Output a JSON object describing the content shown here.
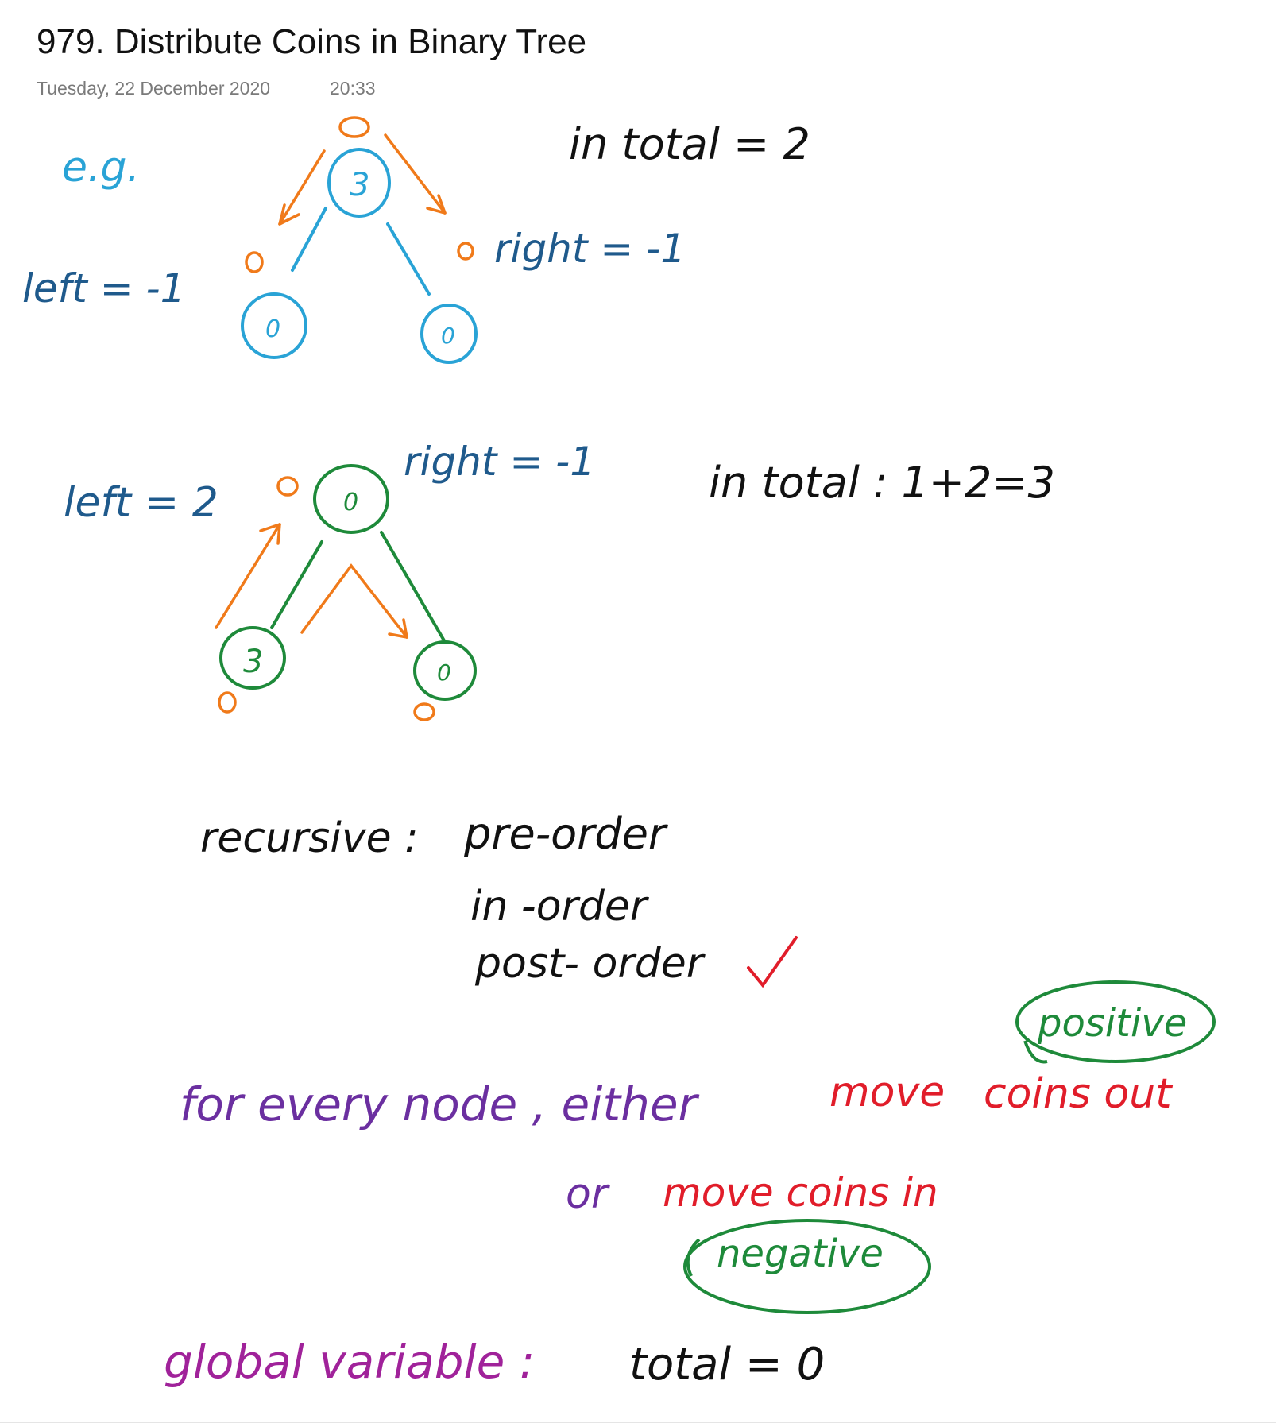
{
  "note": {
    "title": "979. Distribute Coins in Binary Tree",
    "date": "Tuesday, 22 December 2020",
    "time": "20:33"
  },
  "example1": {
    "label": "e.g.",
    "left_label": "left = -1",
    "right_label": "right = -1",
    "total_label": "in total = 2",
    "root_value": "3",
    "left_child_value": "0",
    "right_child_value": "0"
  },
  "example2": {
    "left_label": "left = 2",
    "right_label": "right = -1",
    "total_label": "in total :  1+2=3",
    "root_value": "0",
    "left_child_value": "3",
    "right_child_value": "0"
  },
  "traversal": {
    "heading": "recursive :",
    "options": [
      "pre-order",
      "in -order",
      "post- order"
    ],
    "check_mark": "✓"
  },
  "rule": {
    "line1_purple": "for every node ,  either",
    "line1_red_move": "move",
    "line1_red_coins_out": "coins  out",
    "positive_label": "positive",
    "line2_or": "or",
    "line2_red": "move  coins   in",
    "negative_label": "negative"
  },
  "global": {
    "label": "global  variable :",
    "value": "total = 0"
  },
  "colors": {
    "black": "#111111",
    "blue_label": "#1f5a8c",
    "cyan": "#29a3d6",
    "orange": "#f07a1a",
    "green": "#1e8a3a",
    "red": "#e11d2a",
    "purple": "#6b2fa0",
    "magenta": "#a0229a"
  }
}
